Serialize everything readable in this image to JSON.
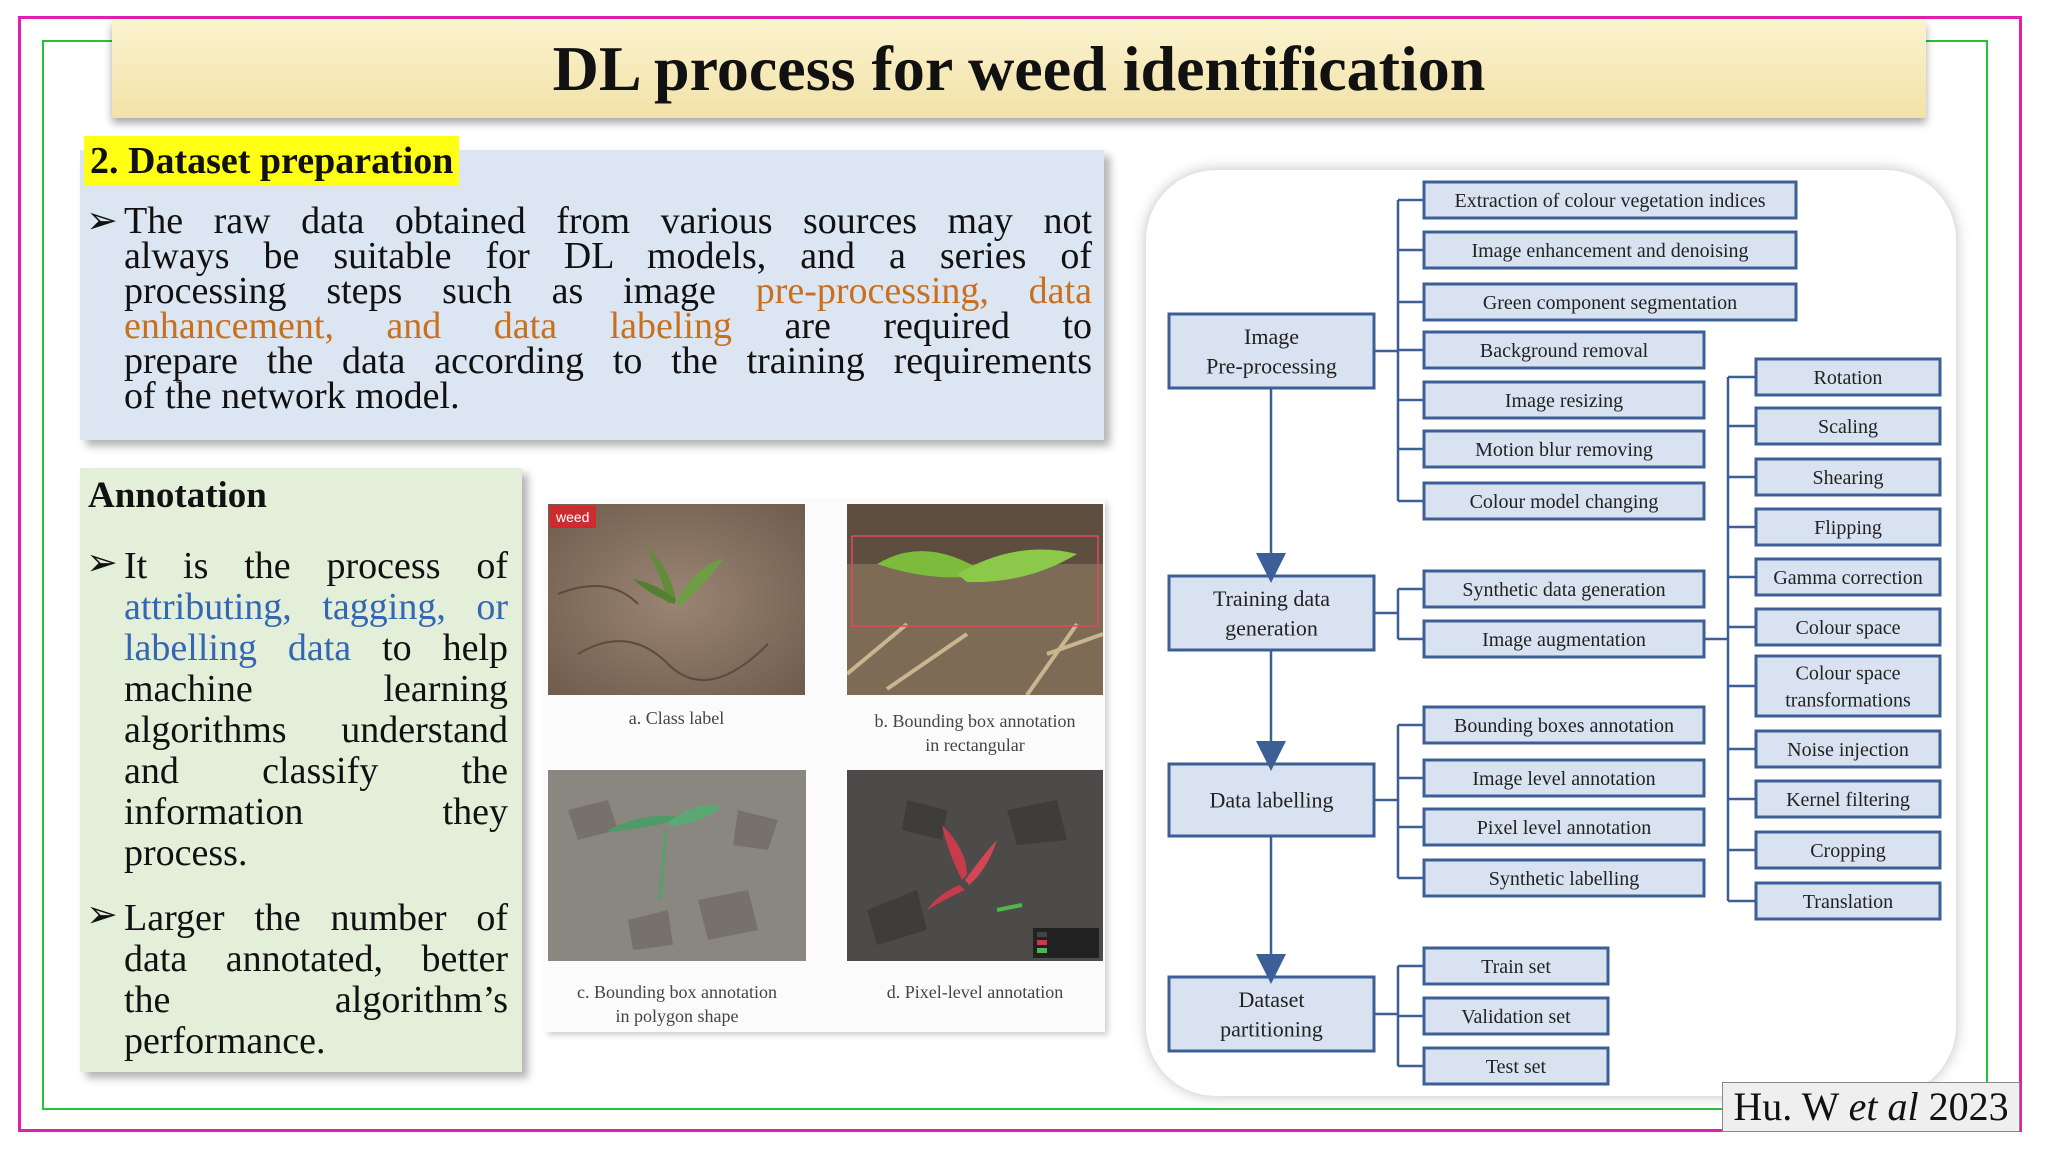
{
  "title": "DL process for weed identification",
  "dataset": {
    "heading": "2. Dataset preparation",
    "line1": "The raw data obtained from various sources may not",
    "line2": "always be suitable  for  DL  models,  and  a  series  of",
    "line3a": "processing  steps  such  as image  ",
    "line3b": "pre-processing,  data",
    "line4a": "enhancement,    and    data    labeling",
    "line4b": "  are  required  to",
    "line5": "prepare the data according to the training requirements",
    "line6": "of the network model."
  },
  "annotation": {
    "heading": "Annotation",
    "b1_line1": "It  is  the  process  of",
    "b1_line2": "attributing, tagging, or",
    "b1_line3a": "labelling data",
    "b1_line3b": " to help",
    "b1_line4": "machine          learning",
    "b1_line5": "algorithms understand",
    "b1_line6": "and      classify      the",
    "b1_line7": "information          they",
    "b1_line8": "process.",
    "b2_line1": "Larger the number of",
    "b2_line2": "data annotated, better",
    "b2_line3": "the         algorithm’s",
    "b2_line4": "performance."
  },
  "images": {
    "weed_tag": "weed",
    "cap_a": "a. Class label",
    "cap_b1": "b. Bounding box annotation",
    "cap_b2": "in rectangular",
    "cap_c1": "c. Bounding box annotation",
    "cap_c2": "in polygon shape",
    "cap_d": "d. Pixel-level annotation"
  },
  "flow": {
    "main": {
      "pre1": "Image",
      "pre2": "Pre-processing",
      "train1": "Training data",
      "train2": "generation",
      "label": "Data labelling",
      "part1": "Dataset",
      "part2": "partitioning"
    },
    "pre_items": [
      "Extraction of colour vegetation indices",
      "Image enhancement and denoising",
      "Green component segmentation",
      "Background removal",
      "Image resizing",
      "Motion blur removing",
      "Colour model changing"
    ],
    "train_items": [
      "Synthetic data generation",
      "Image augmentation"
    ],
    "label_items": [
      "Bounding boxes annotation",
      "Image level annotation",
      "Pixel level annotation",
      "Synthetic labelling"
    ],
    "part_items": [
      "Train set",
      "Validation set",
      "Test set"
    ],
    "aug_items": [
      "Rotation",
      "Scaling",
      "Shearing",
      "Flipping",
      "Gamma correction",
      "Colour space",
      "Colour space",
      "transformations",
      "Noise injection",
      "Kernel filtering",
      "Cropping",
      "Translation"
    ]
  },
  "citation": {
    "a": "Hu. W ",
    "b": "et al",
    "c": " 2023"
  }
}
